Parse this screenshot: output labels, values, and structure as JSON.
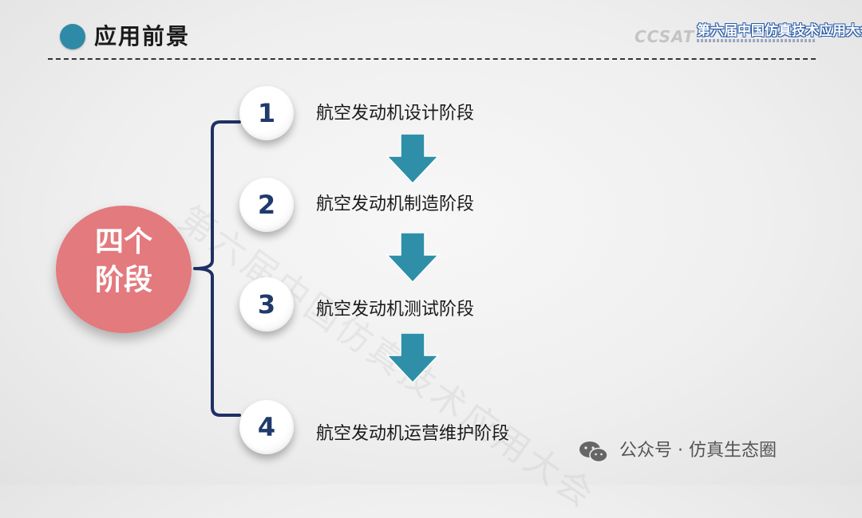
{
  "header": {
    "title": "应用前景"
  },
  "logo": {
    "abbr": "CCSAT",
    "conference": "第六届中国仿真技术应用大会"
  },
  "watermark": "第六届中国仿真技术应用大会",
  "center": {
    "label_line1": "四个",
    "label_line2": "阶段"
  },
  "steps": [
    {
      "number": "1",
      "label": "航空发动机设计阶段"
    },
    {
      "number": "2",
      "label": "航空发动机制造阶段"
    },
    {
      "number": "3",
      "label": "航空发动机测试阶段"
    },
    {
      "number": "4",
      "label": "航空发动机运营维护阶段"
    }
  ],
  "footer": {
    "icon": "wechat-icon",
    "text": "公众号 · 仿真生态圈"
  },
  "colors": {
    "accent_teal": "#2e8aa6",
    "center_circle": "#e37a7e",
    "bracket_navy": "#1f2f66",
    "arrow_teal": "#2f8fa8",
    "step_number": "#1f3a6b"
  }
}
